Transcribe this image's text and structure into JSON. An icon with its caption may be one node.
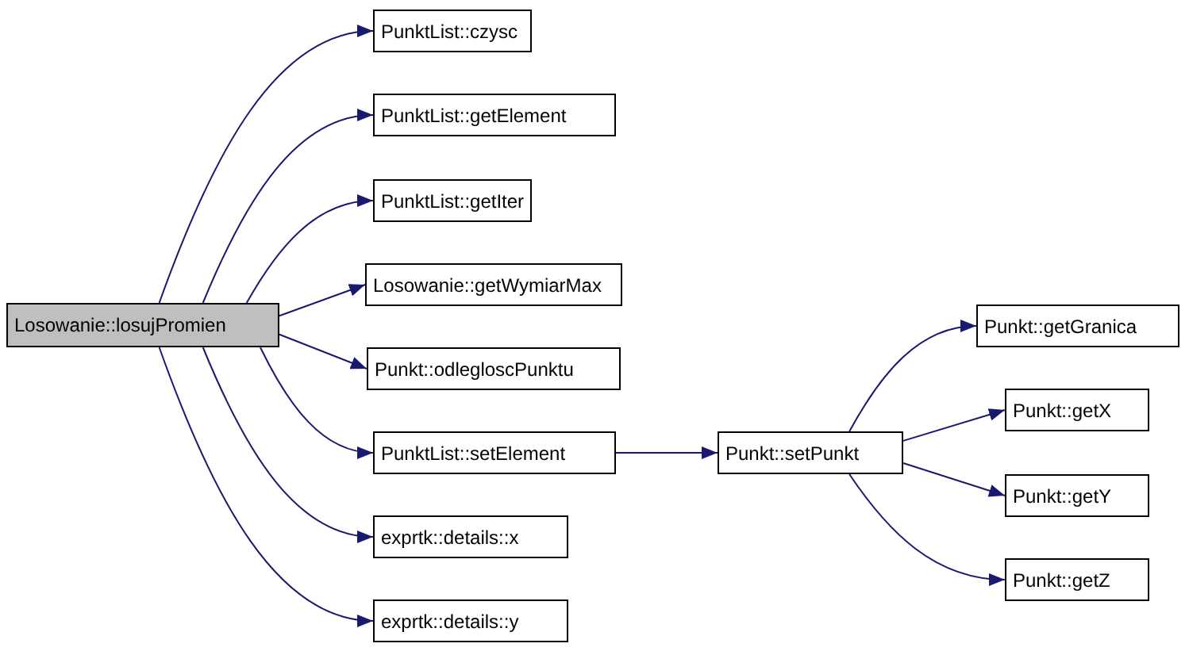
{
  "diagram": {
    "nodes": [
      {
        "text": [
          "Losowanie::losujPromien"
        ]
      },
      {
        "text": [
          "PunktList::czysc"
        ]
      },
      {
        "text": [
          "PunktList::getElement"
        ]
      },
      {
        "text": [
          "PunktList::getIter"
        ]
      },
      {
        "text": [
          "Losowanie::getWymiarMax"
        ]
      },
      {
        "text": [
          "Punkt::odlegloscPunktu"
        ]
      },
      {
        "text": [
          "PunktList::setElement"
        ]
      },
      {
        "text": [
          "exprtk::details::x"
        ]
      },
      {
        "text": [
          "exprtk::details::y"
        ]
      },
      {
        "text": [
          "Punkt::setPunkt"
        ]
      },
      {
        "text": [
          "Punkt::getGranica"
        ]
      },
      {
        "text": [
          "Punkt::getX"
        ]
      },
      {
        "text": [
          "Punkt::getY"
        ]
      },
      {
        "text": [
          "Punkt::getZ"
        ]
      }
    ],
    "edges": [
      {
        "from": 0,
        "to": 1,
        "arrow": "to"
      },
      {
        "from": 0,
        "to": 2,
        "arrow": "to"
      },
      {
        "from": 0,
        "to": 3,
        "arrow": "to"
      },
      {
        "from": 0,
        "to": 4,
        "arrow": "to"
      },
      {
        "from": 0,
        "to": 5,
        "arrow": "to"
      },
      {
        "from": 0,
        "to": 6,
        "arrow": "to"
      },
      {
        "from": 0,
        "to": 7,
        "arrow": "to"
      },
      {
        "from": 0,
        "to": 8,
        "arrow": "to"
      },
      {
        "from": 6,
        "to": 9,
        "arrow": "to"
      },
      {
        "from": 9,
        "to": 10,
        "arrow": "to"
      },
      {
        "from": 9,
        "to": 11,
        "arrow": "to"
      },
      {
        "from": 9,
        "to": 12,
        "arrow": "to"
      },
      {
        "from": 9,
        "to": 13,
        "arrow": "to"
      }
    ]
  }
}
